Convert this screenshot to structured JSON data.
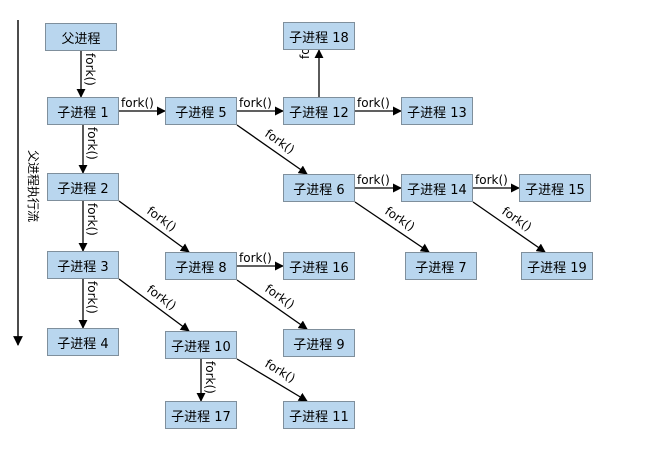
{
  "diagram": {
    "axis_label": "父进程执行流",
    "fork_label": "fork()",
    "colors": {
      "node_fill": "#b9d6ee",
      "node_border": "#7f8f9c",
      "line": "#000000"
    },
    "nodes": [
      {
        "id": "parent",
        "label": "父进程"
      },
      {
        "id": "c1",
        "label": "子进程 1"
      },
      {
        "id": "c2",
        "label": "子进程 2"
      },
      {
        "id": "c3",
        "label": "子进程 3"
      },
      {
        "id": "c4",
        "label": "子进程 4"
      },
      {
        "id": "c5",
        "label": "子进程 5"
      },
      {
        "id": "c6",
        "label": "子进程 6"
      },
      {
        "id": "c7",
        "label": "子进程 7"
      },
      {
        "id": "c8",
        "label": "子进程 8"
      },
      {
        "id": "c9",
        "label": "子进程 9"
      },
      {
        "id": "c10",
        "label": "子进程 10"
      },
      {
        "id": "c11",
        "label": "子进程 11"
      },
      {
        "id": "c12",
        "label": "子进程 12"
      },
      {
        "id": "c13",
        "label": "子进程 13"
      },
      {
        "id": "c14",
        "label": "子进程 14"
      },
      {
        "id": "c15",
        "label": "子进程 15"
      },
      {
        "id": "c16",
        "label": "子进程 16"
      },
      {
        "id": "c17",
        "label": "子进程 17"
      },
      {
        "id": "c18",
        "label": "子进程 18"
      },
      {
        "id": "c19",
        "label": "子进程 19"
      }
    ],
    "edges": [
      {
        "from": "parent",
        "to": "c1",
        "label": "fork()"
      },
      {
        "from": "c1",
        "to": "c2",
        "label": "fork()"
      },
      {
        "from": "c2",
        "to": "c3",
        "label": "fork()"
      },
      {
        "from": "c3",
        "to": "c4",
        "label": "fork()"
      },
      {
        "from": "c1",
        "to": "c5",
        "label": "fork()"
      },
      {
        "from": "c5",
        "to": "c12",
        "label": "fork()"
      },
      {
        "from": "c12",
        "to": "c13",
        "label": "fork()"
      },
      {
        "from": "c12",
        "to": "c18",
        "label": "fork()"
      },
      {
        "from": "c5",
        "to": "c6",
        "label": "fork()"
      },
      {
        "from": "c6",
        "to": "c14",
        "label": "fork()"
      },
      {
        "from": "c14",
        "to": "c15",
        "label": "fork()"
      },
      {
        "from": "c6",
        "to": "c7",
        "label": "fork()"
      },
      {
        "from": "c14",
        "to": "c19",
        "label": "fork()"
      },
      {
        "from": "c2",
        "to": "c8",
        "label": "fork()"
      },
      {
        "from": "c8",
        "to": "c16",
        "label": "fork()"
      },
      {
        "from": "c8",
        "to": "c9",
        "label": "fork()"
      },
      {
        "from": "c3",
        "to": "c10",
        "label": "fork()"
      },
      {
        "from": "c10",
        "to": "c17",
        "label": "fork()"
      },
      {
        "from": "c10",
        "to": "c11",
        "label": "fork()"
      }
    ]
  }
}
